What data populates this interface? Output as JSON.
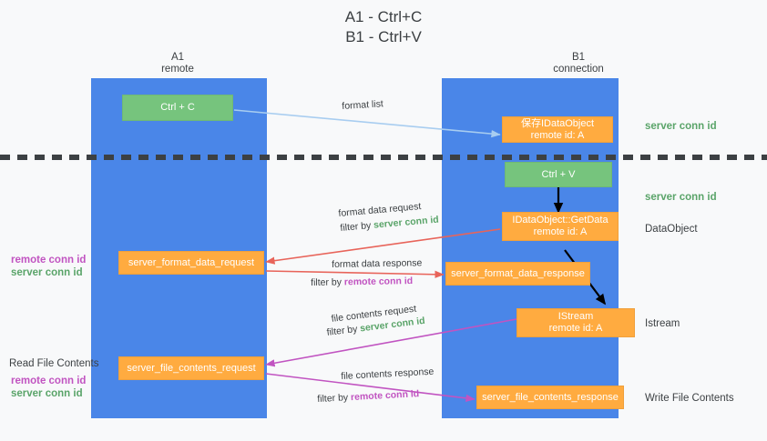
{
  "title": "A1 - Ctrl+C\nB1 - Ctrl+V",
  "columns": [
    {
      "name": "A1",
      "role": "remote",
      "label": "A1\nremote"
    },
    {
      "name": "B1",
      "role": "connection",
      "label": "B1\nconnection"
    }
  ],
  "colors": {
    "lane": "#4a86e8",
    "action_box": "#76c47d",
    "message_box": "#ffab40",
    "server_conn": "#5aa469",
    "remote_conn": "#c154c1",
    "background": "#f8f9fa",
    "text": "#3c4043",
    "arrow_format_list": "#a8cdf0",
    "arrow_format_data": "#e8645a",
    "arrow_file_contents": "#c154c1",
    "arrow_internal": "#000000"
  },
  "nodes": {
    "ctrl_c": {
      "line1": "Ctrl + C",
      "line2": ""
    },
    "save_idataobject": {
      "line1": "保存IDataObject",
      "line2": "remote id: A"
    },
    "ctrl_v": {
      "line1": "Ctrl + V",
      "line2": ""
    },
    "getdata": {
      "line1": "IDataObject::GetData",
      "line2": "remote id: A"
    },
    "format_data_request": {
      "line1": "server_format_data_request",
      "line2": ""
    },
    "format_data_response": {
      "line1": "server_format_data_response",
      "line2": ""
    },
    "istream": {
      "line1": "IStream",
      "line2": "remote id: A"
    },
    "file_contents_request": {
      "line1": "server_file_contents_request",
      "line2": ""
    },
    "file_contents_response": {
      "line1": "server_file_contents_response",
      "line2": ""
    }
  },
  "edge_labels": {
    "format_list": "format list",
    "format_data_request": "format data request",
    "format_data_request_filter_prefix": "filter by ",
    "format_data_request_filter_value": "server conn id",
    "format_data_response": "format data response",
    "format_data_response_filter_prefix": "filter by ",
    "format_data_response_filter_value": "remote conn id",
    "file_contents_request": "file contents request",
    "file_contents_request_filter_prefix": "filter by ",
    "file_contents_request_filter_value": "server conn id",
    "file_contents_response": "file contents response",
    "file_contents_response_filter_prefix": "filter by ",
    "file_contents_response_filter_value": "remote conn id"
  },
  "right_captions": {
    "server_conn_id_top": "server conn id",
    "server_conn_id_mid": "server conn id",
    "dataobject": "DataObject",
    "istream": "Istream",
    "write_file_contents": "Write File Contents"
  },
  "left_captions": {
    "remote_conn_id_1": "remote conn id",
    "server_conn_id_1": "server conn id",
    "read_file_contents": "Read File Contents",
    "remote_conn_id_2": "remote conn id",
    "server_conn_id_2": "server conn id"
  }
}
